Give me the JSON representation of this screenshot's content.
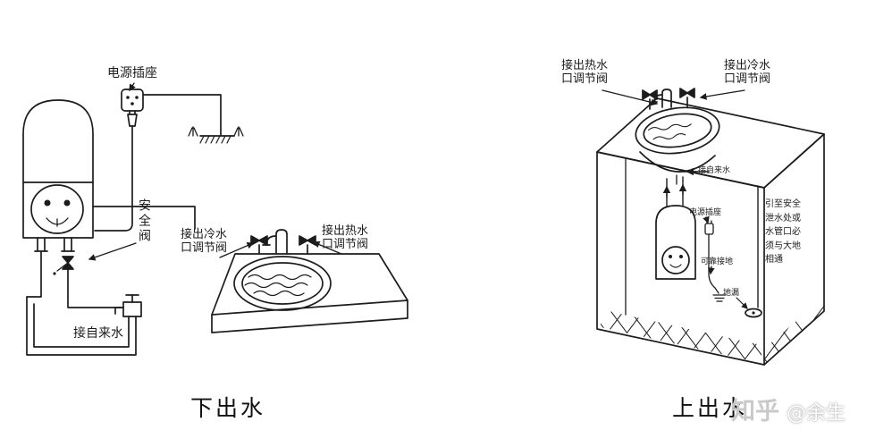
{
  "left": {
    "labels": {
      "power_socket": "电源插座",
      "safety_valve": "安全阀",
      "cold_valve": "接出冷水\n口调节阀",
      "hot_valve": "接出热水\n口调节阀",
      "tap_water": "接自来水"
    },
    "caption": "下出水"
  },
  "right": {
    "labels": {
      "hot_valve": "接出热水\n口调节阀",
      "cold_valve": "接出冷水\n口调节阀",
      "tap_water": "接自来水",
      "power_socket": "电源插座",
      "grounding": "可靠接地",
      "floor_drain": "地漏",
      "drain_note": "引至安全\n泄水处或\n水管口必\n须与大地\n相通"
    },
    "caption": "上出水"
  },
  "watermark": {
    "brand": "知乎",
    "handle": "@余生"
  },
  "colors": {
    "line": "#1c1c1c",
    "background": "#ffffff"
  }
}
